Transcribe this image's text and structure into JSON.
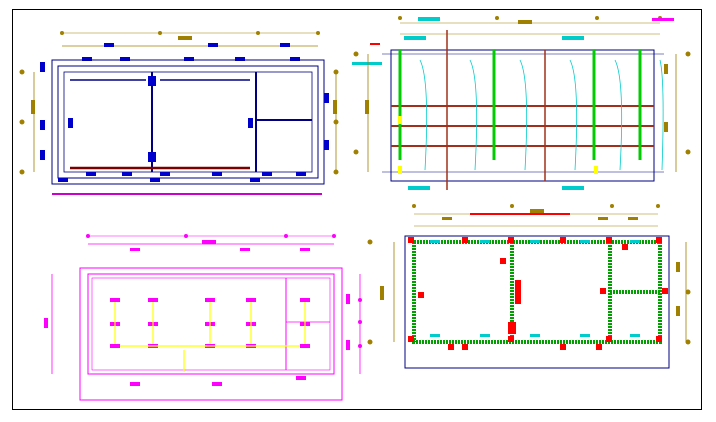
{
  "drawing": {
    "background": "#ffffff",
    "frame_color": "#000000",
    "panels": [
      {
        "id": "floor-plan",
        "name": "floor-plan-panel",
        "line_color": "#000080",
        "accent": "#0000cc",
        "dim_color": "#a08000"
      },
      {
        "id": "roof-framing",
        "name": "roof-framing-panel",
        "line_color": "#000080",
        "accent": "#00cc00",
        "beam_color": "#a0301a"
      },
      {
        "id": "electrical-plan",
        "name": "electrical-plan-panel",
        "line_color": "#ff00ff",
        "accent": "#ffff00"
      },
      {
        "id": "foundation-plan",
        "name": "foundation-plan-panel",
        "line_color": "#000080",
        "accent": "#ff0000",
        "wall_color": "#00a000"
      }
    ]
  }
}
